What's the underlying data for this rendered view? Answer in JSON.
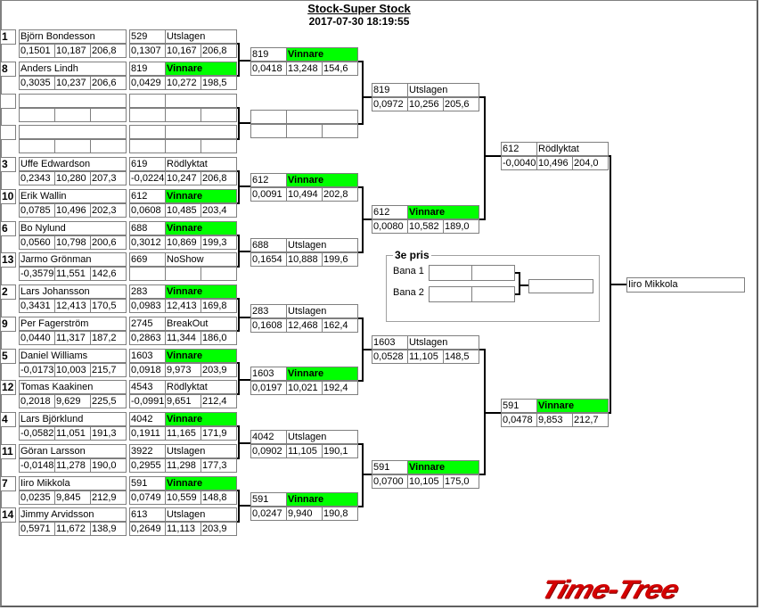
{
  "header": {
    "title": "Stock-Super Stock",
    "datetime": "2017-07-30 18:19:55"
  },
  "colors": {
    "winner_fill": "#00ff00",
    "border": "#7f7f7f",
    "logo": "#d40000"
  },
  "round1": [
    {
      "seed": "1",
      "name": "Björn Bondesson",
      "seed_stats": [
        "0,1501",
        "10,187",
        "206,8"
      ],
      "number": "529",
      "status": "Utslagen",
      "stats": [
        "0,1307",
        "10,167",
        "206,8"
      ],
      "winner": false
    },
    {
      "seed": "8",
      "name": "Anders Lindh",
      "seed_stats": [
        "0,3035",
        "10,237",
        "206,6"
      ],
      "number": "819",
      "status": "Vinnare",
      "stats": [
        "0,0429",
        "10,272",
        "198,5"
      ],
      "winner": true
    },
    {
      "seed": "",
      "name": "",
      "seed_stats": [
        "",
        "",
        ""
      ],
      "number": "",
      "status": "",
      "stats": [
        "",
        "",
        ""
      ],
      "winner": false
    },
    {
      "seed": "",
      "name": "",
      "seed_stats": [
        "",
        "",
        ""
      ],
      "number": "",
      "status": "",
      "stats": [
        "",
        "",
        ""
      ],
      "winner": false
    },
    {
      "seed": "3",
      "name": "Uffe Edwardson",
      "seed_stats": [
        "0,2343",
        "10,280",
        "207,3"
      ],
      "number": "619",
      "status": "Rödlyktat",
      "stats": [
        "-0,0224",
        "10,247",
        "206,8"
      ],
      "winner": false
    },
    {
      "seed": "10",
      "name": "Erik Wallin",
      "seed_stats": [
        "0,0785",
        "10,496",
        "202,3"
      ],
      "number": "612",
      "status": "Vinnare",
      "stats": [
        "0,0608",
        "10,485",
        "203,4"
      ],
      "winner": true
    },
    {
      "seed": "6",
      "name": "Bo Nylund",
      "seed_stats": [
        "0,0560",
        "10,798",
        "200,6"
      ],
      "number": "688",
      "status": "Vinnare",
      "stats": [
        "0,3012",
        "10,869",
        "199,3"
      ],
      "winner": true
    },
    {
      "seed": "13",
      "name": "Jarmo Grönman",
      "seed_stats": [
        "-0,3579",
        "11,551",
        "142,6"
      ],
      "number": "669",
      "status": "NoShow",
      "stats": [
        "",
        "",
        ""
      ],
      "winner": false
    },
    {
      "seed": "2",
      "name": "Lars Johansson",
      "seed_stats": [
        "0,3431",
        "12,413",
        "170,5"
      ],
      "number": "283",
      "status": "Vinnare",
      "stats": [
        "0,0983",
        "12,413",
        "169,8"
      ],
      "winner": true
    },
    {
      "seed": "9",
      "name": "Per  Fagerström",
      "seed_stats": [
        "0,0440",
        "11,317",
        "187,2"
      ],
      "number": "2745",
      "status": "BreakOut",
      "stats": [
        "0,2863",
        "11,344",
        "186,0"
      ],
      "winner": false
    },
    {
      "seed": "5",
      "name": "Daniel Williams",
      "seed_stats": [
        "-0,0173",
        "10,003",
        "215,7"
      ],
      "number": "1603",
      "status": "Vinnare",
      "stats": [
        "0,0918",
        "9,973",
        "203,9"
      ],
      "winner": true
    },
    {
      "seed": "12",
      "name": "Tomas Kaakinen",
      "seed_stats": [
        "0,2018",
        "9,629",
        "225,5"
      ],
      "number": "4543",
      "status": "Rödlyktat",
      "stats": [
        "-0,0991",
        "9,651",
        "212,4"
      ],
      "winner": false
    },
    {
      "seed": "4",
      "name": "Lars Björklund",
      "seed_stats": [
        "-0,0582",
        "11,051",
        "191,3"
      ],
      "number": "4042",
      "status": "Vinnare",
      "stats": [
        "0,1911",
        "11,165",
        "171,9"
      ],
      "winner": true
    },
    {
      "seed": "11",
      "name": "Göran Larsson",
      "seed_stats": [
        "-0,0148",
        "11,278",
        "190,0"
      ],
      "number": "3922",
      "status": "Utslagen",
      "stats": [
        "0,2955",
        "11,298",
        "177,3"
      ],
      "winner": false
    },
    {
      "seed": "7",
      "name": "Iiro Mikkola",
      "seed_stats": [
        "0,0235",
        "9,845",
        "212,9"
      ],
      "number": "591",
      "status": "Vinnare",
      "stats": [
        "0,0749",
        "10,559",
        "148,8"
      ],
      "winner": true
    },
    {
      "seed": "14",
      "name": "Jimmy Arvidsson",
      "seed_stats": [
        "0,5971",
        "11,672",
        "138,9"
      ],
      "number": "613",
      "status": "Utslagen",
      "stats": [
        "0,2649",
        "11,113",
        "203,9"
      ],
      "winner": false
    }
  ],
  "round2": [
    {
      "number": "819",
      "status": "Vinnare",
      "stats": [
        "0,0418",
        "13,248",
        "154,6"
      ],
      "winner": true
    },
    {
      "number": "",
      "status": "",
      "stats": [
        "",
        "",
        ""
      ],
      "winner": false
    },
    {
      "number": "612",
      "status": "Vinnare",
      "stats": [
        "0,0091",
        "10,494",
        "202,8"
      ],
      "winner": true
    },
    {
      "number": "688",
      "status": "Utslagen",
      "stats": [
        "0,1654",
        "10,888",
        "199,6"
      ],
      "winner": false
    },
    {
      "number": "283",
      "status": "Utslagen",
      "stats": [
        "0,1608",
        "12,468",
        "162,4"
      ],
      "winner": false
    },
    {
      "number": "1603",
      "status": "Vinnare",
      "stats": [
        "0,0197",
        "10,021",
        "192,4"
      ],
      "winner": true
    },
    {
      "number": "4042",
      "status": "Utslagen",
      "stats": [
        "0,0902",
        "11,105",
        "190,1"
      ],
      "winner": false
    },
    {
      "number": "591",
      "status": "Vinnare",
      "stats": [
        "0,0247",
        "9,940",
        "190,8"
      ],
      "winner": true
    }
  ],
  "round3": [
    {
      "number": "819",
      "status": "Utslagen",
      "stats": [
        "0,0972",
        "10,256",
        "205,6"
      ],
      "winner": false
    },
    {
      "number": "612",
      "status": "Vinnare",
      "stats": [
        "0,0080",
        "10,582",
        "189,0"
      ],
      "winner": true
    },
    {
      "number": "1603",
      "status": "Utslagen",
      "stats": [
        "0,0528",
        "11,105",
        "148,5"
      ],
      "winner": false
    },
    {
      "number": "591",
      "status": "Vinnare",
      "stats": [
        "0,0700",
        "10,105",
        "175,0"
      ],
      "winner": true
    }
  ],
  "round4": [
    {
      "number": "612",
      "status": "Rödlyktat",
      "stats": [
        "-0,0040",
        "10,496",
        "204,0"
      ],
      "winner": false
    },
    {
      "number": "591",
      "status": "Vinnare",
      "stats": [
        "0,0478",
        "9,853",
        "212,7"
      ],
      "winner": true
    }
  ],
  "champion": "Iiro Mikkola",
  "third_place": {
    "label": "3e pris",
    "lanes": [
      {
        "label": "Bana 1",
        "cells": [
          "",
          ""
        ]
      },
      {
        "label": "Bana 2",
        "cells": [
          "",
          ""
        ]
      }
    ],
    "result": ""
  },
  "logo": {
    "text": "Time-Tree"
  }
}
